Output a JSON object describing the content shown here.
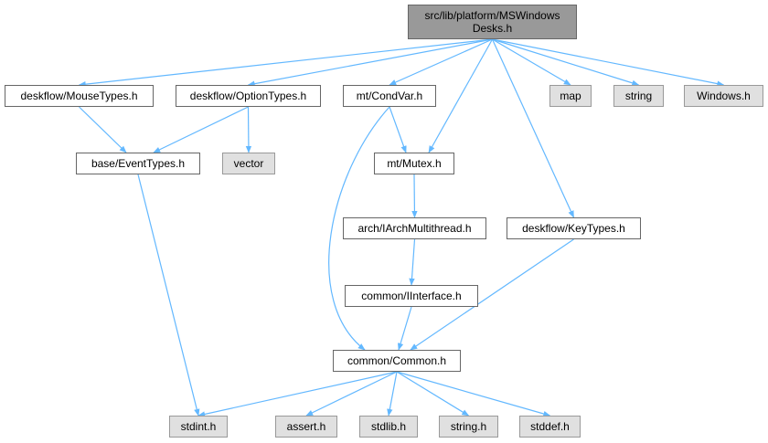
{
  "graph": {
    "colors": {
      "edge": "#63b8ff",
      "root": "#999999",
      "external": "#e0e0e0",
      "border": "#666666"
    },
    "nodes": {
      "root": "src/lib/platform/MSWindows\nDesks.h",
      "mousetypes": "deskflow/MouseTypes.h",
      "optiontypes": "deskflow/OptionTypes.h",
      "condvar": "mt/CondVar.h",
      "map": "map",
      "string": "string",
      "windows": "Windows.h",
      "eventtypes": "base/EventTypes.h",
      "vector": "vector",
      "mutex": "mt/Mutex.h",
      "iarch": "arch/IArchMultithread.h",
      "keytypes": "deskflow/KeyTypes.h",
      "iinterface": "common/IInterface.h",
      "common": "common/Common.h",
      "stdint": "stdint.h",
      "assert": "assert.h",
      "stdlib": "stdlib.h",
      "stringh": "string.h",
      "stddef": "stddef.h"
    },
    "edges": [
      [
        "root",
        "mousetypes"
      ],
      [
        "root",
        "optiontypes"
      ],
      [
        "root",
        "condvar"
      ],
      [
        "root",
        "mutex"
      ],
      [
        "root",
        "keytypes"
      ],
      [
        "root",
        "map"
      ],
      [
        "root",
        "string"
      ],
      [
        "root",
        "windows"
      ],
      [
        "mousetypes",
        "eventtypes"
      ],
      [
        "optiontypes",
        "eventtypes"
      ],
      [
        "optiontypes",
        "vector"
      ],
      [
        "condvar",
        "mutex"
      ],
      [
        "condvar",
        "common"
      ],
      [
        "eventtypes",
        "stdint"
      ],
      [
        "mutex",
        "iarch"
      ],
      [
        "iarch",
        "iinterface"
      ],
      [
        "iinterface",
        "common"
      ],
      [
        "keytypes",
        "common"
      ],
      [
        "common",
        "stdint"
      ],
      [
        "common",
        "assert"
      ],
      [
        "common",
        "stdlib"
      ],
      [
        "common",
        "stringh"
      ],
      [
        "common",
        "stddef"
      ]
    ]
  }
}
